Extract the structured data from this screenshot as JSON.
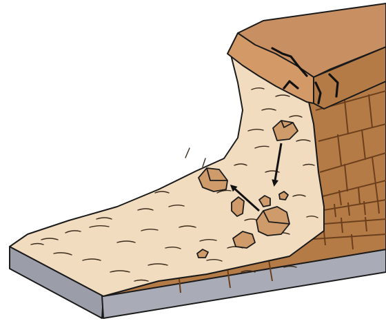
{
  "diagram": {
    "subject": "rockfall",
    "labels": [],
    "colors": {
      "base_slab_top": "#a9abb6",
      "base_slab_front": "#9b9da9",
      "scree_fill": "#f1dcc0",
      "cliff_face": "#b57b47",
      "cliff_top": "#c89062",
      "block_lines": "#6b3f1c",
      "rock_fill": "#cf9b6b",
      "outline": "#1a1a1a",
      "arrow": "#111111"
    },
    "rocks": [
      {
        "id": "falling-rock-top"
      },
      {
        "id": "rock-mid-left"
      },
      {
        "id": "rock-small-center"
      },
      {
        "id": "rock-large-bottom"
      },
      {
        "id": "rock-left"
      },
      {
        "id": "rock-bottom-left"
      },
      {
        "id": "rock-tiny"
      },
      {
        "id": "rock-pebble"
      }
    ],
    "arrows": [
      {
        "id": "fall-arrow",
        "meaning": "falling"
      },
      {
        "id": "bounce-arrow",
        "meaning": "bouncing"
      }
    ]
  }
}
